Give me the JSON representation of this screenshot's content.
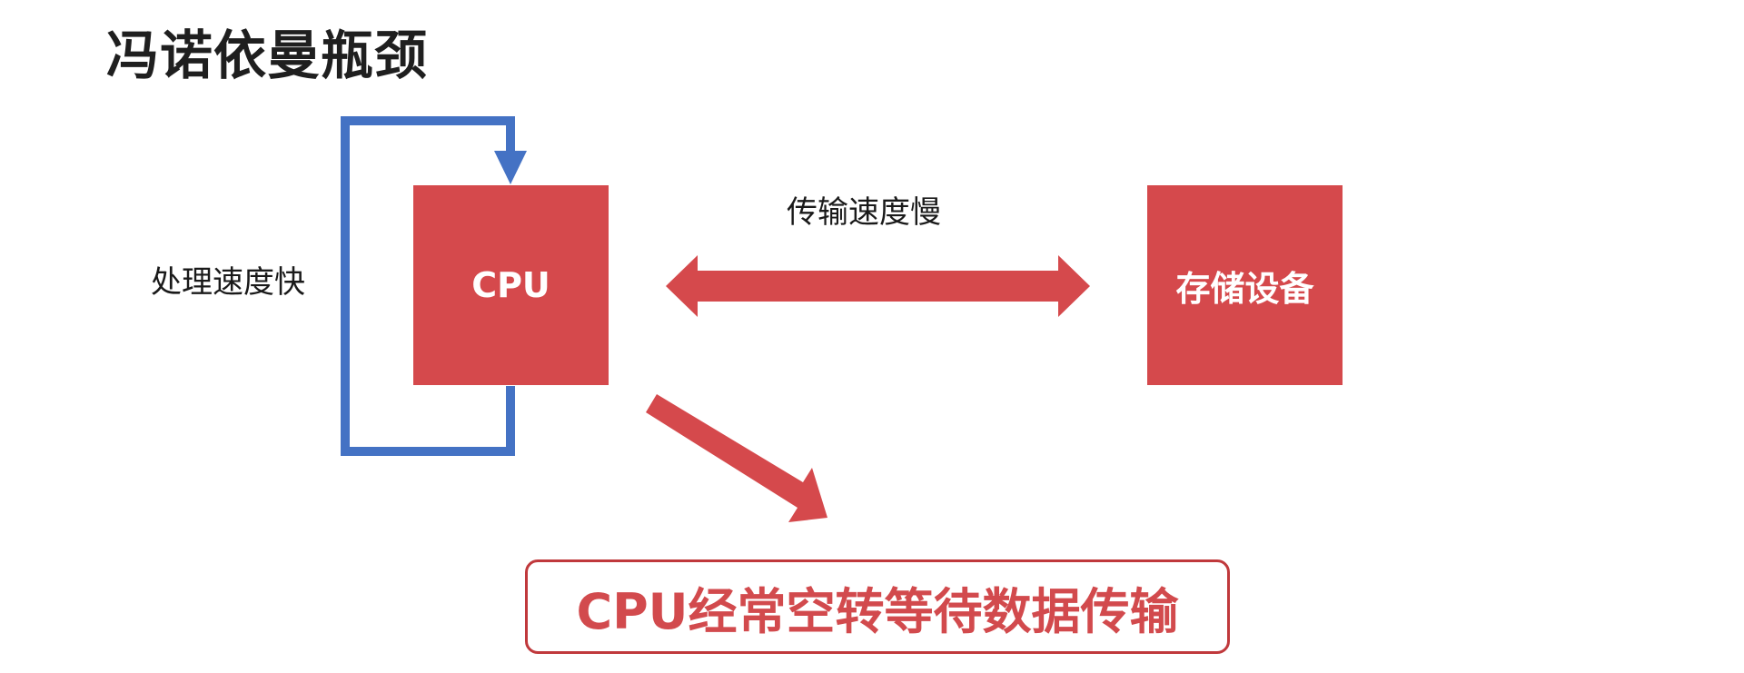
{
  "title": "冯诺依曼瓶颈",
  "nodes": {
    "cpu": "CPU",
    "storage": "存储设备"
  },
  "labels": {
    "processing": "处理速度快",
    "transfer": "传输速度慢"
  },
  "conclusion": "CPU经常空转等待数据传输",
  "colors": {
    "box_fill": "#d5494c",
    "loop_arrow": "#4472c4",
    "arrow": "#d5494c",
    "conclusion_text": "#d24a4d",
    "conclusion_border": "#c0393c"
  }
}
